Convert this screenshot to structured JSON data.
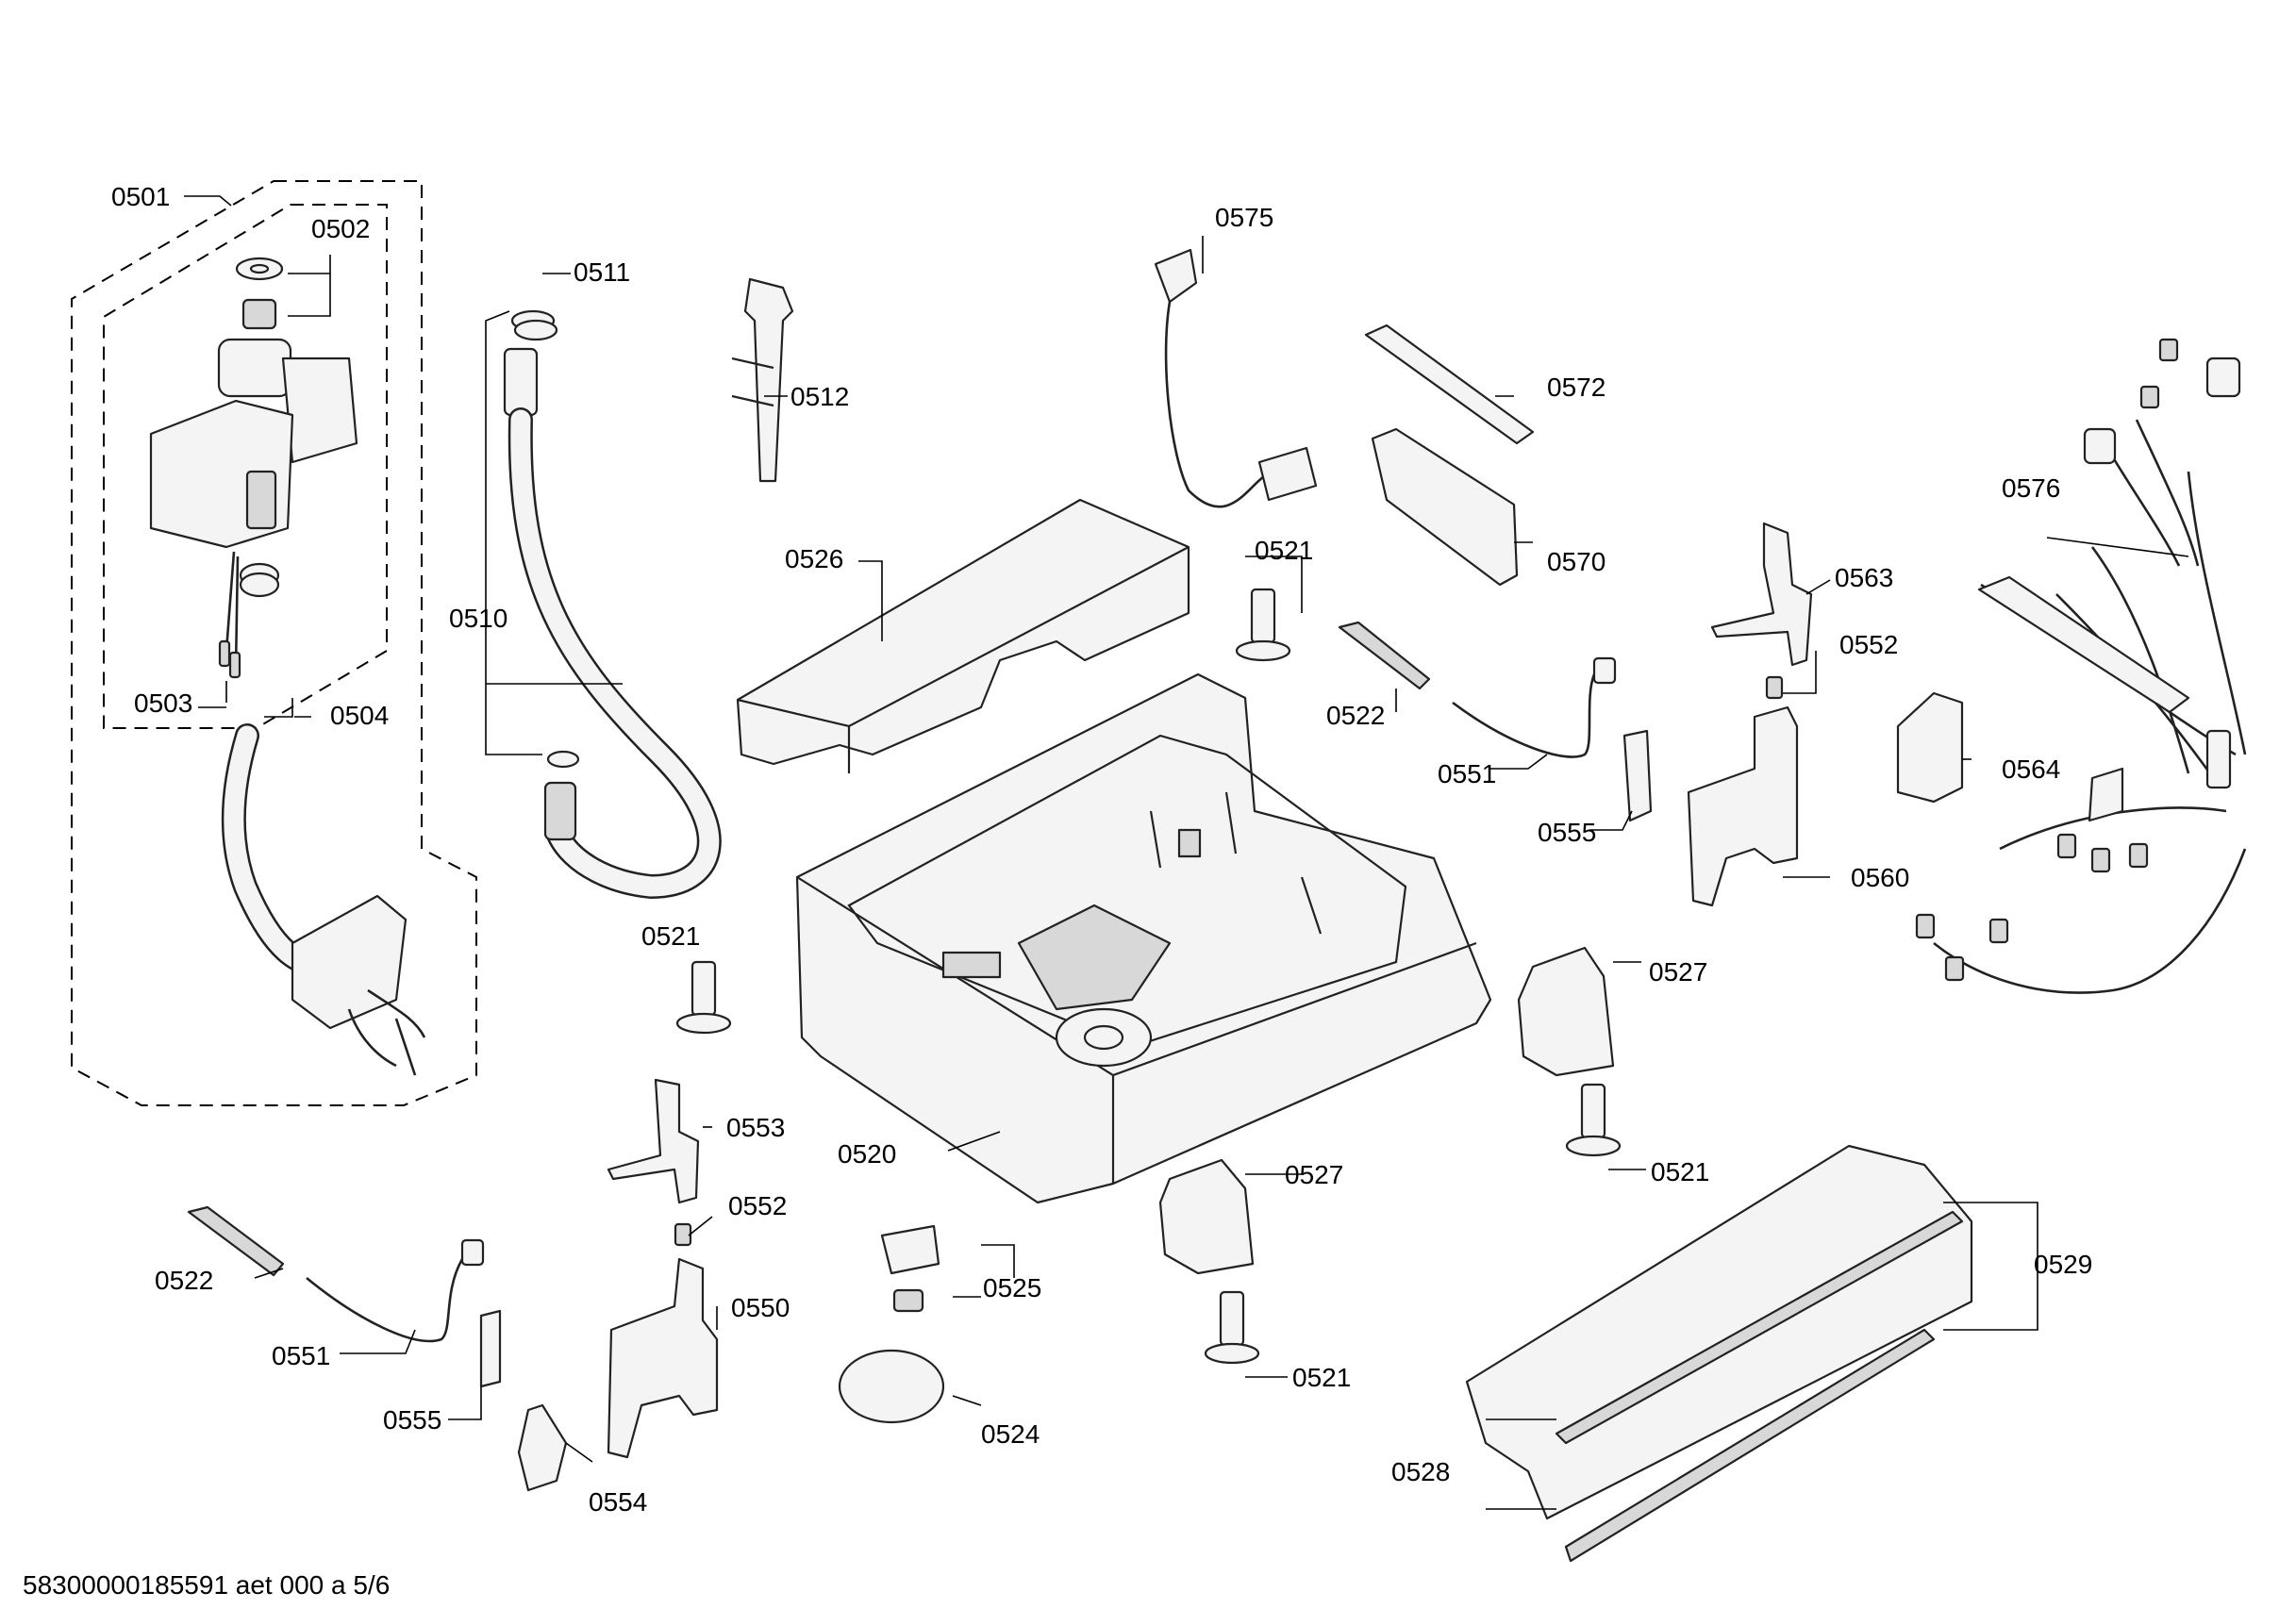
{
  "labels": {
    "l0501": "0501",
    "l0502": "0502",
    "l0503": "0503",
    "l0504": "0504",
    "l0510": "0510",
    "l0511": "0511",
    "l0512": "0512",
    "l0520": "0520",
    "l0521a": "0521",
    "l0521b": "0521",
    "l0521c": "0521",
    "l0521d": "0521",
    "l0522a": "0522",
    "l0522b": "0522",
    "l0524": "0524",
    "l0525": "0525",
    "l0526": "0526",
    "l0527a": "0527",
    "l0527b": "0527",
    "l0528": "0528",
    "l0529": "0529",
    "l0550": "0550",
    "l0551a": "0551",
    "l0551b": "0551",
    "l0552a": "0552",
    "l0552b": "0552",
    "l0553": "0553",
    "l0554": "0554",
    "l0555a": "0555",
    "l0555b": "0555",
    "l0560": "0560",
    "l0563": "0563",
    "l0564": "0564",
    "l0570": "0570",
    "l0572": "0572",
    "l0575": "0575",
    "l0576": "0576"
  },
  "footer": "58300000185591 aet 000 a 5/6"
}
